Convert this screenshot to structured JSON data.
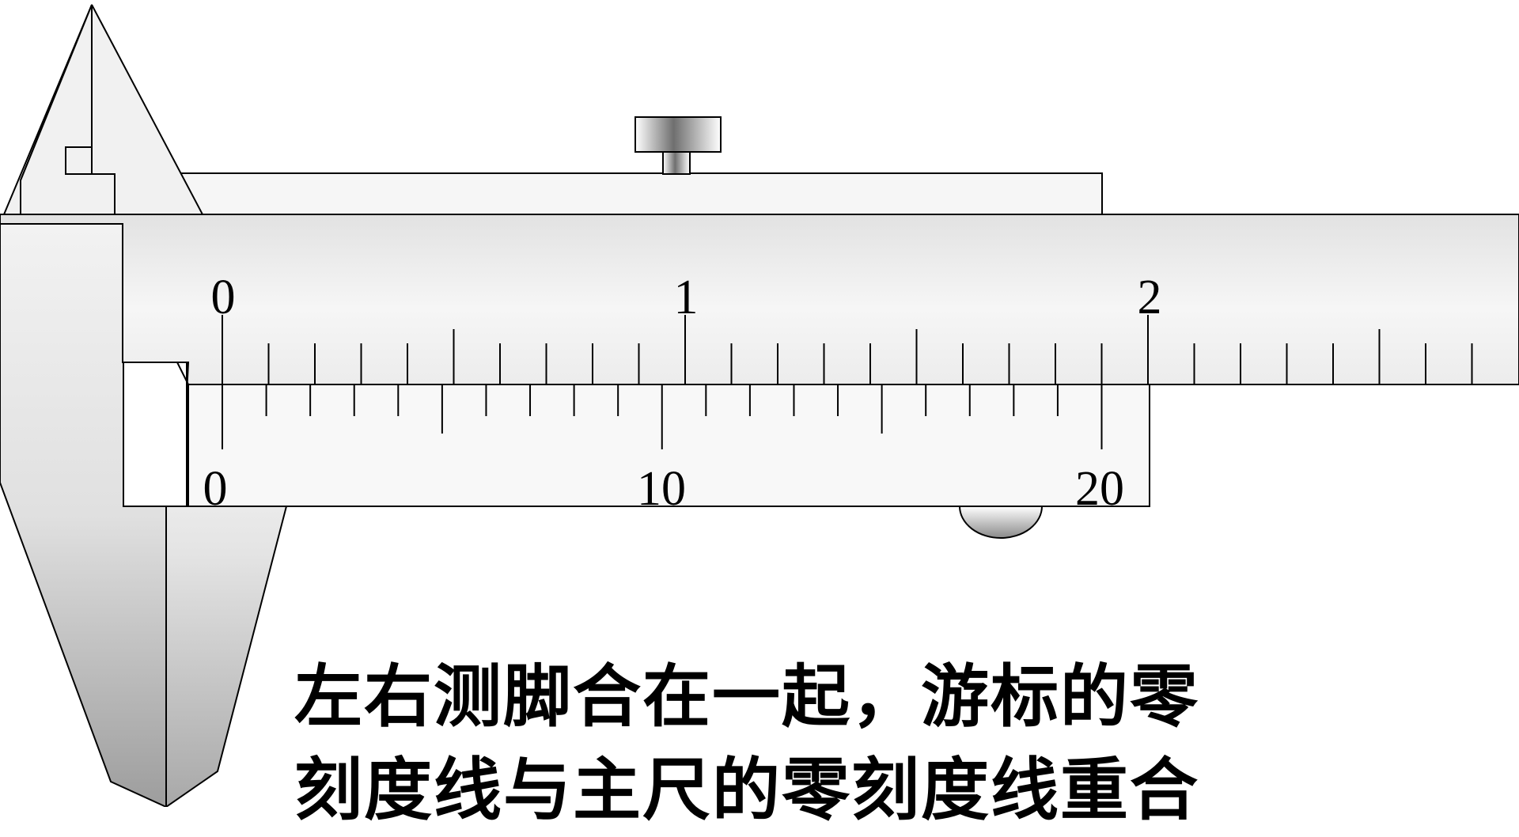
{
  "diagram": {
    "main_scale": {
      "labels": [
        "0",
        "1",
        "2"
      ],
      "major_unit_cm": 1,
      "minor_division_mm": 1,
      "visible_range_mm": [
        0,
        28
      ]
    },
    "vernier_scale": {
      "labels": [
        "0",
        "10",
        "20"
      ],
      "divisions": 20,
      "total_length_mm": 19
    },
    "reading_mm": 0,
    "colors": {
      "outline": "#000000",
      "body_light": "#f4f4f4",
      "body_dark": "#a8a8a8",
      "screw_dark": "#777777"
    }
  },
  "caption": {
    "line1": "左右测脚合在一起，游标的零",
    "line2": "刻度线与主尺的零刻度线重合"
  }
}
